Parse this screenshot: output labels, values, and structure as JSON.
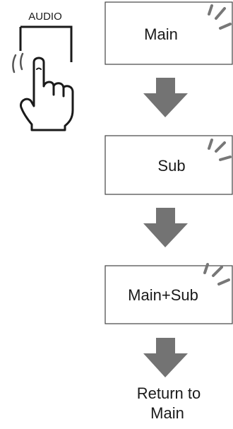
{
  "button": {
    "label": "AUDIO"
  },
  "steps": [
    {
      "label": "Main"
    },
    {
      "label": "Sub"
    },
    {
      "label": "Main+Sub"
    }
  ],
  "final": {
    "line1": "Return to",
    "line2": "Main"
  },
  "colors": {
    "stroke": "#444444",
    "arrow": "#737373",
    "ink": "#1a1a1a"
  }
}
